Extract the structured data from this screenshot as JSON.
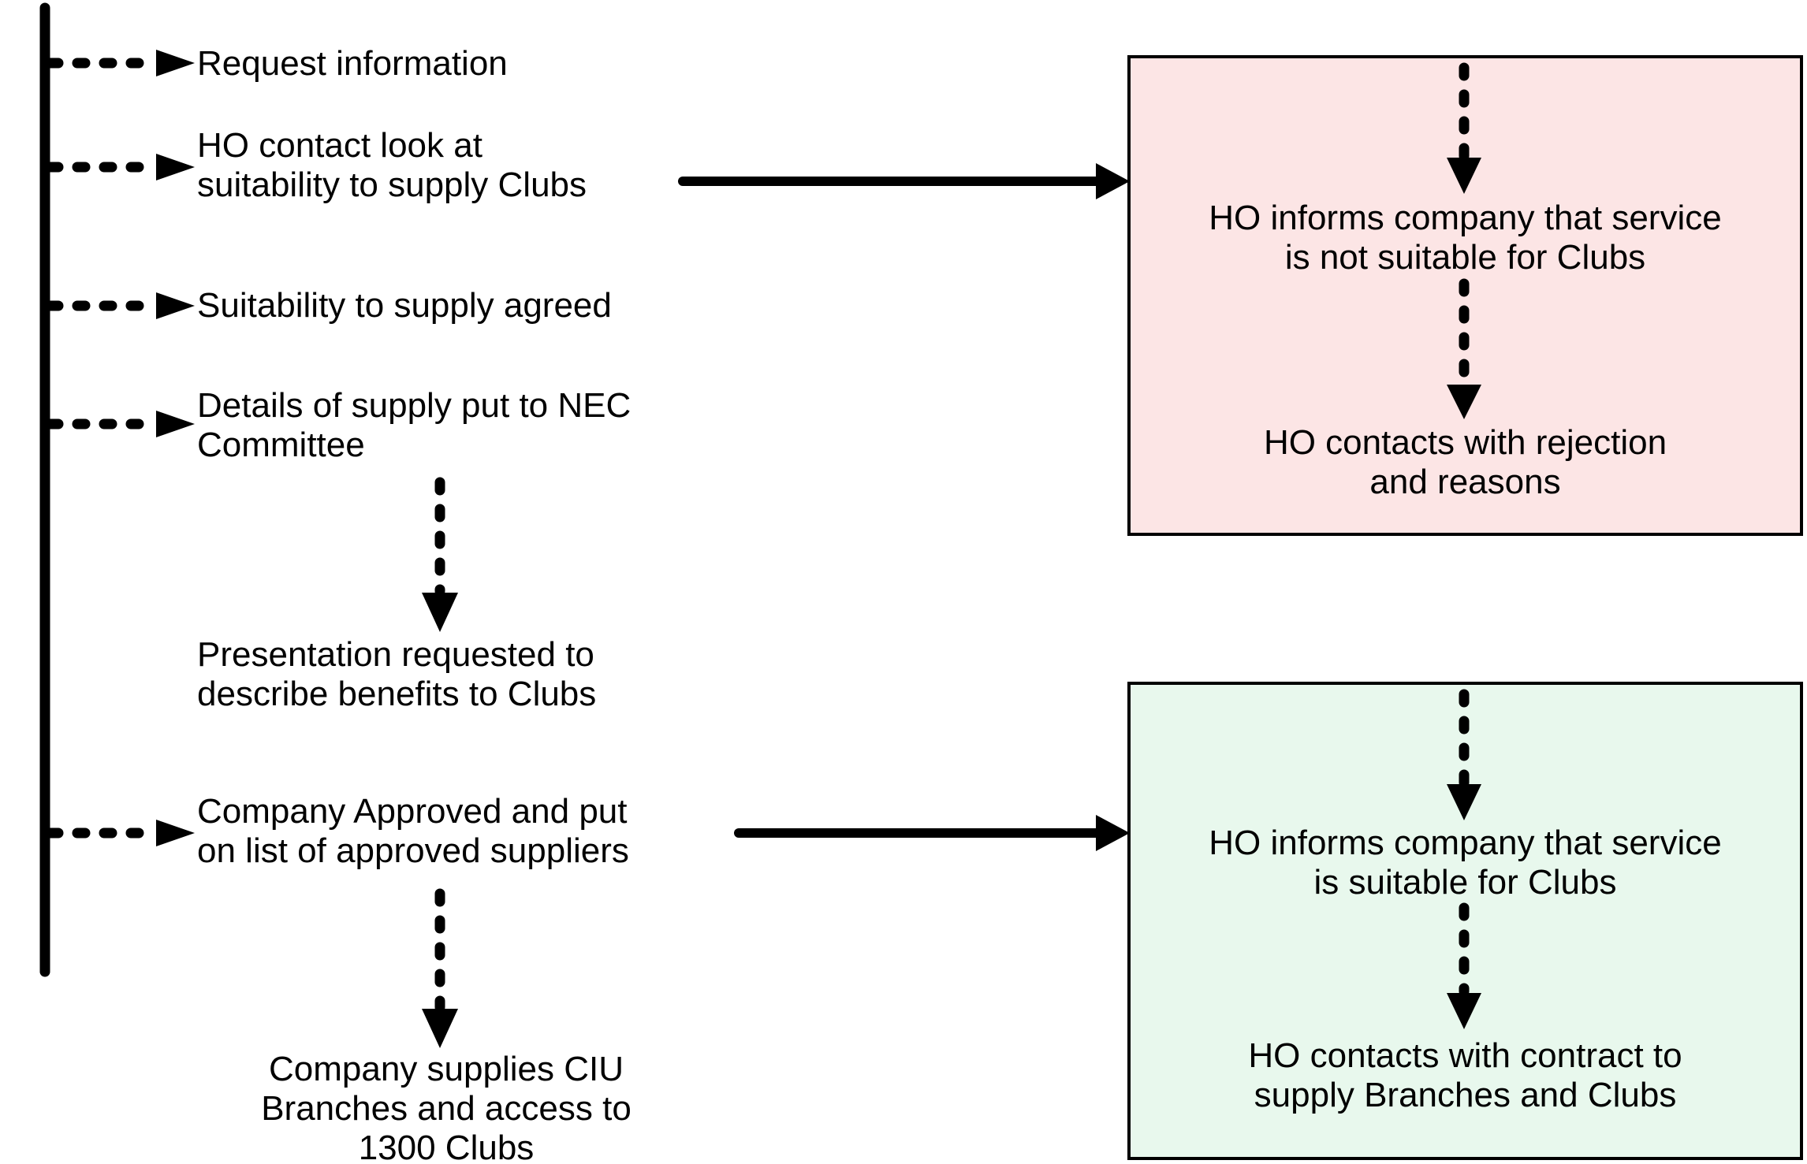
{
  "diagram": {
    "title_hint": "Supplier approval process flow",
    "timeline": {
      "steps": [
        {
          "label": "Request information"
        },
        {
          "label": "HO contact look at\nsuitability to supply Clubs"
        },
        {
          "label": "Suitability to supply agreed"
        },
        {
          "label": "Details of supply put to NEC\nCommittee"
        },
        {
          "label": "Presentation requested to\ndescribe benefits to Clubs"
        },
        {
          "label": "Company Approved and put\non list of approved suppliers"
        },
        {
          "label": "Company supplies CIU\nBranches and access to\n1300 Clubs"
        }
      ]
    },
    "reject_box": {
      "step1": "HO informs company that service\nis not suitable for Clubs",
      "step2": "HO contacts with rejection\nand reasons"
    },
    "accept_box": {
      "step1": "HO informs company that service\nis suitable for Clubs",
      "step2": "HO contacts with contract to\nsupply Branches and Clubs"
    },
    "colors": {
      "reject_box_fill": "#fce5e5",
      "accept_box_fill": "#e8f8ed",
      "stroke": "#000000"
    }
  }
}
